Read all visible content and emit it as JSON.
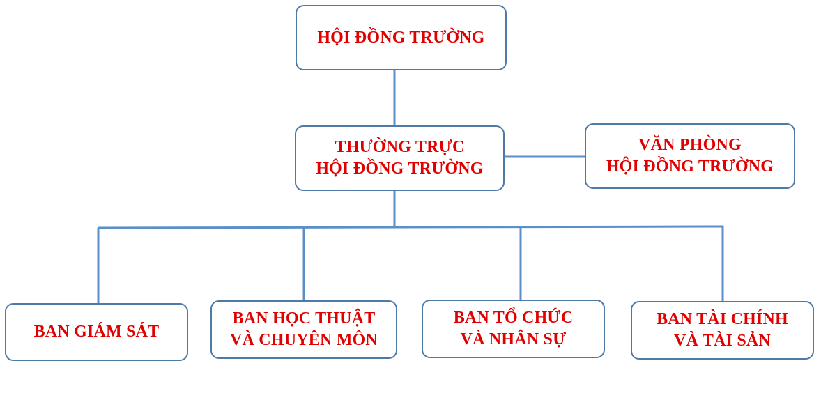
{
  "diagram": {
    "council": {
      "label": "HỘI ĐỒNG TRƯỜNG"
    },
    "standing": {
      "line1": "THƯỜNG TRỰC",
      "line2": "HỘI ĐỒNG TRƯỜNG"
    },
    "office": {
      "line1": "VĂN PHÒNG",
      "line2": "HỘI ĐỒNG TRƯỜNG"
    },
    "committees": {
      "supervision": {
        "line1": "BAN GIÁM SÁT"
      },
      "academic": {
        "line1": "BAN HỌC THUẬT",
        "line2": "VÀ CHUYÊN MÔN"
      },
      "organization": {
        "line1": "BAN TỔ CHỨC",
        "line2": "VÀ NHÂN SỰ"
      },
      "finance": {
        "line1": "BAN TÀI CHÍNH",
        "line2": "VÀ TÀI SẢN"
      }
    }
  },
  "colors": {
    "text": "#e00000",
    "border": "#4f79a8",
    "connector": "#5b8fc7"
  }
}
